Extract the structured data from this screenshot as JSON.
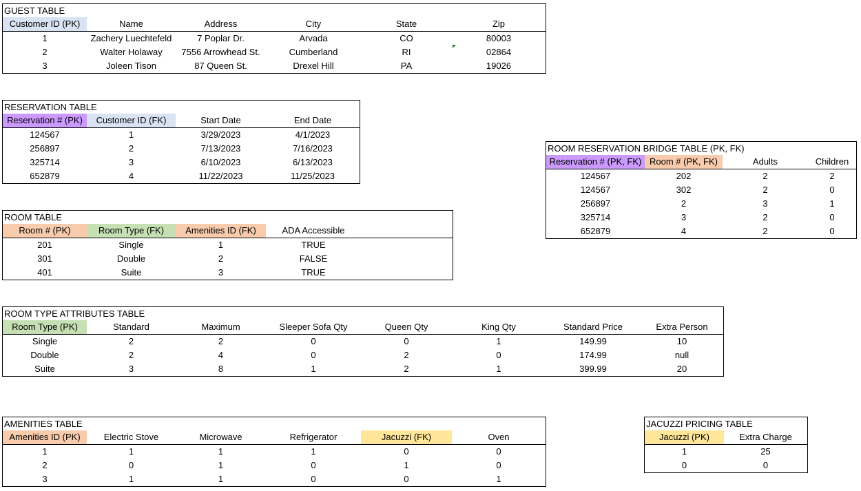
{
  "colors": {
    "customer_id_pk": "#dae3f3",
    "customer_id_fk": "#dae3f3",
    "reservation_pk": "#cc99ff",
    "room_pk": "#f8cbad",
    "room_type": "#c6e0b4",
    "amenities": "#f8cbad",
    "jacuzzi": "#ffe699"
  },
  "guest": {
    "title": "GUEST TABLE",
    "headers": [
      "Customer ID (PK)",
      "Name",
      "Address",
      "City",
      "State",
      "Zip"
    ],
    "rows": [
      [
        "1",
        "Zachery Luechtefeld",
        "7 Poplar Dr.",
        "Arvada",
        "CO",
        "80003"
      ],
      [
        "2",
        "Walter Holaway",
        "7556 Arrowhead St.",
        "Cumberland",
        "RI",
        "02864"
      ],
      [
        "3",
        "Joleen Tison",
        "87 Queen St.",
        "Drexel Hill",
        "PA",
        "19026"
      ]
    ]
  },
  "reservation": {
    "title": "RESERVATION TABLE",
    "headers": [
      "Reservation # (PK)",
      "Customer ID (FK)",
      "Start Date",
      "End Date"
    ],
    "rows": [
      [
        "124567",
        "1",
        "3/29/2023",
        "4/1/2023"
      ],
      [
        "256897",
        "2",
        "7/13/2023",
        "7/16/2023"
      ],
      [
        "325714",
        "3",
        "6/10/2023",
        "6/13/2023"
      ],
      [
        "652879",
        "4",
        "11/22/2023",
        "11/25/2023"
      ]
    ]
  },
  "room": {
    "title": "ROOM TABLE",
    "headers": [
      "Room # (PK)",
      "Room Type (FK)",
      "Amenities ID (FK)",
      "ADA Accessible"
    ],
    "rows": [
      [
        "201",
        "Single",
        "1",
        "TRUE"
      ],
      [
        "301",
        "Double",
        "2",
        "FALSE"
      ],
      [
        "401",
        "Suite",
        "3",
        "TRUE"
      ]
    ]
  },
  "room_type_attributes": {
    "title": "ROOM TYPE ATTRIBUTES TABLE",
    "headers": [
      "Room Type (PK)",
      "Standard",
      "Maximum",
      "Sleeper Sofa Qty",
      "Queen Qty",
      "King Qty",
      "Standard Price",
      "Extra Person"
    ],
    "rows": [
      [
        "Single",
        "2",
        "2",
        "0",
        "0",
        "1",
        "149.99",
        "10"
      ],
      [
        "Double",
        "2",
        "4",
        "0",
        "2",
        "0",
        "174.99",
        "null"
      ],
      [
        "Suite",
        "3",
        "8",
        "1",
        "2",
        "1",
        "399.99",
        "20"
      ]
    ]
  },
  "amenities": {
    "title": "AMENITIES TABLE",
    "headers": [
      "Amenities ID (PK)",
      "Electric Stove",
      "Microwave",
      "Refrigerator",
      "Jacuzzi (FK)",
      "Oven"
    ],
    "rows": [
      [
        "1",
        "1",
        "1",
        "1",
        "0",
        "0"
      ],
      [
        "2",
        "0",
        "1",
        "0",
        "1",
        "0"
      ],
      [
        "3",
        "1",
        "1",
        "0",
        "0",
        "1"
      ]
    ]
  },
  "room_reservation_bridge": {
    "title": "ROOM RESERVATION BRIDGE TABLE (PK, FK)",
    "headers": [
      "Reservation # (PK, FK)",
      "Room # (PK, FK)",
      "Adults",
      "Children"
    ],
    "rows": [
      [
        "124567",
        "202",
        "2",
        "2"
      ],
      [
        "124567",
        "302",
        "2",
        "0"
      ],
      [
        "256897",
        "2",
        "3",
        "1"
      ],
      [
        "325714",
        "3",
        "2",
        "0"
      ],
      [
        "652879",
        "4",
        "2",
        "0"
      ]
    ]
  },
  "jacuzzi_pricing": {
    "title": "JACUZZI PRICING TABLE",
    "headers": [
      "Jacuzzi (PK)",
      "Extra Charge"
    ],
    "rows": [
      [
        "1",
        "25"
      ],
      [
        "0",
        "0"
      ]
    ]
  }
}
